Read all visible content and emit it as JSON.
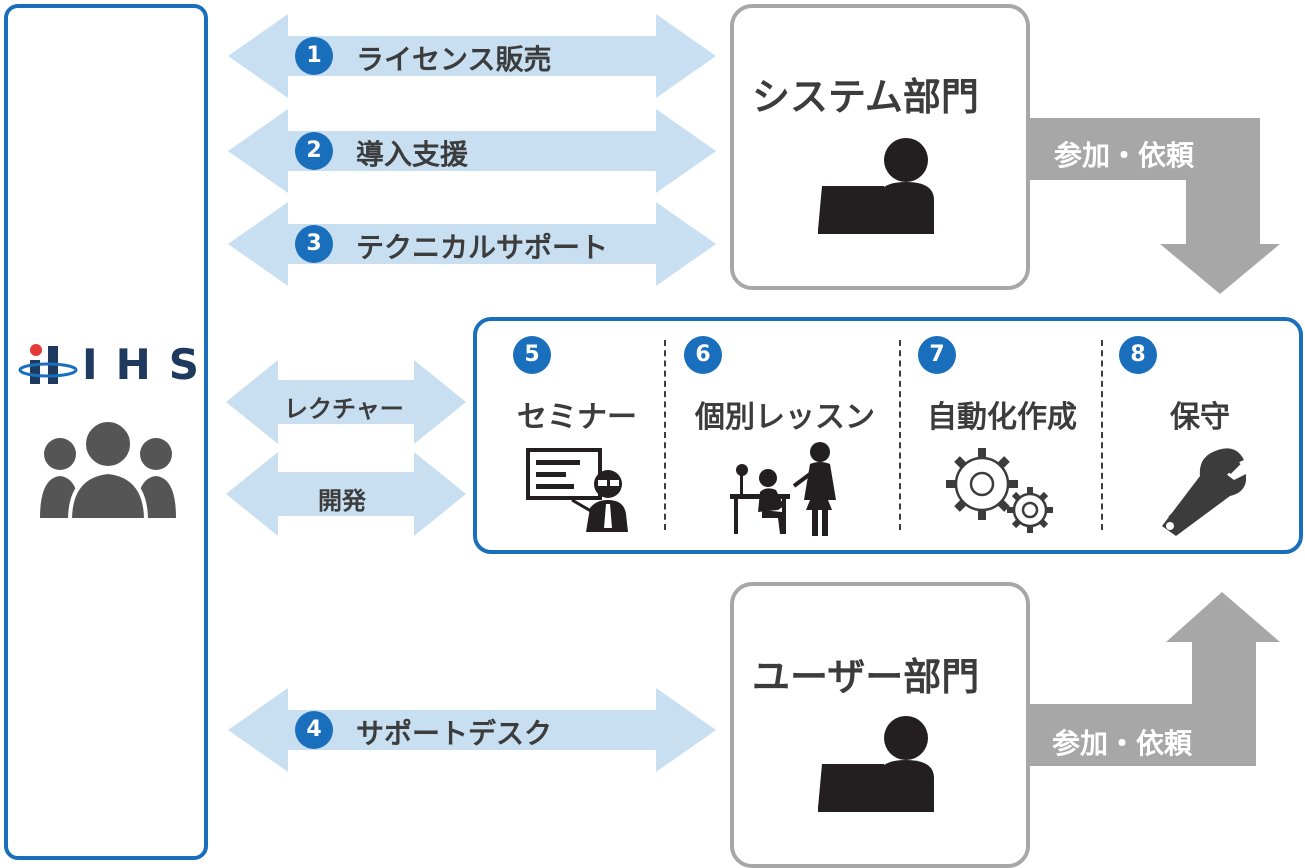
{
  "provider": {
    "logo_text": "IHS"
  },
  "arrows": [
    {
      "number": "1",
      "label": "ライセンス販売"
    },
    {
      "number": "2",
      "label": "導入支援"
    },
    {
      "number": "3",
      "label": "テクニカルサポート"
    },
    {
      "number": "4",
      "label": "サポートデスク"
    }
  ],
  "small_arrows": [
    "レクチャー",
    "開発"
  ],
  "system_dept": {
    "title": "システム部門",
    "flow_label": "参加・依頼"
  },
  "user_dept": {
    "title": "ユーザー部門",
    "flow_label": "参加・依頼"
  },
  "services": [
    {
      "number": "5",
      "label": "セミナー",
      "icon": "seminar-icon"
    },
    {
      "number": "6",
      "label": "個別レッスン",
      "icon": "lesson-icon"
    },
    {
      "number": "7",
      "label": "自動化作成",
      "icon": "gears-icon"
    },
    {
      "number": "8",
      "label": "保守",
      "icon": "tools-icon"
    }
  ],
  "colors": {
    "accent_blue": "#1a6fbd",
    "arrow_blue": "#c8dff1",
    "grey": "#a7a7a7",
    "dark": "#231f20"
  }
}
